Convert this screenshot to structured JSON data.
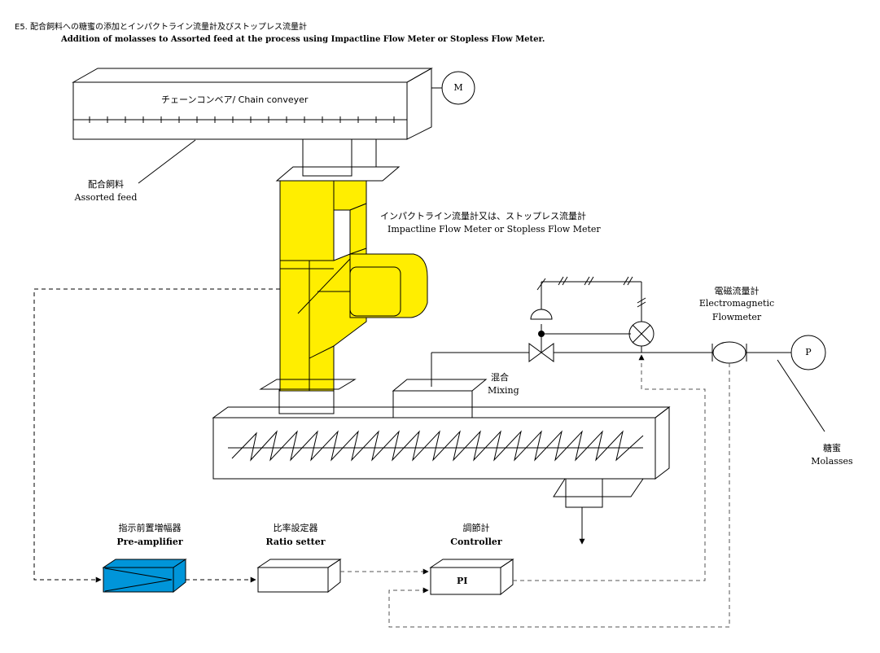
{
  "header": {
    "title_jp": "E5. 配合飼料への糖蜜の添加とインパクトライン流量計及びストップレス流量計",
    "title_en": "Addition of molasses to Assorted feed at the process using Impactline Flow Meter or Stopless Flow Meter."
  },
  "labels": {
    "conveyor": "チェーンコンベア/ Chain conveyer",
    "motor": "M",
    "feed_jp": "配合飼料",
    "feed_en": "Assorted feed",
    "meter_jp": "インパクトライン流量計又は、ストップレス流量計",
    "meter_en": "Impactline Flow Meter or Stopless Flow Meter",
    "em_jp": "電磁流量計",
    "em_en1": "Electromagnetic",
    "em_en2": "Flowmeter",
    "pump": "P",
    "mixing_jp": "混合",
    "mixing_en": "Mixing",
    "molasses_jp": "糖蜜",
    "molasses_en": "Molasses",
    "preamp_jp": "指示前置増幅器",
    "preamp_en": "Pre-amplifier",
    "ratio_jp": "比率設定器",
    "ratio_en": "Ratio setter",
    "ctrl_jp": "調節計",
    "ctrl_en": "Controller",
    "pi": "PI"
  },
  "colors": {
    "meter_yellow": "#ffee00",
    "preamp_blue": "#0095d9"
  }
}
